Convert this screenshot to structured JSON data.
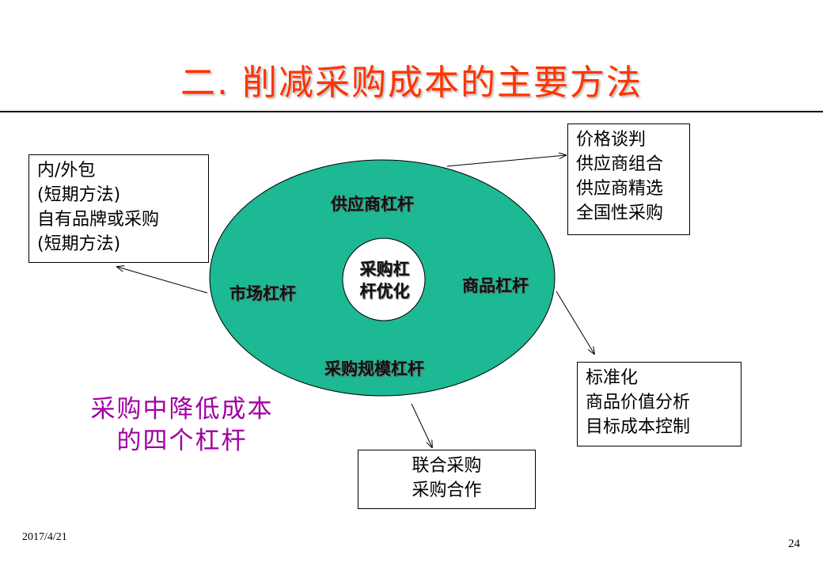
{
  "title": "二. 削减采购成本的主要方法",
  "center": {
    "line1": "采购杠",
    "line2": "杆优化"
  },
  "levers": {
    "top": "供应商杠杆",
    "left": "市场杠杆",
    "right": "商品杠杆",
    "bottom": "采购规模杠杆"
  },
  "boxes": {
    "left": [
      "内/外包",
      "(短期方法)",
      "自有品牌或采购",
      "(短期方法)"
    ],
    "top_right": [
      "价格谈判",
      "供应商组合",
      "供应商精选",
      "全国性采购"
    ],
    "right": [
      "标准化",
      "商品价值分析",
      "目标成本控制"
    ],
    "bottom": [
      "联合采购",
      "采购合作"
    ]
  },
  "caption": {
    "line1": "采购中降低成本",
    "line2": "的四个杠杆"
  },
  "footer": {
    "date": "2017/4/21",
    "page": "24"
  },
  "colors": {
    "title": "#ff3300",
    "ellipse": "#1db894",
    "caption": "#a100a1"
  }
}
